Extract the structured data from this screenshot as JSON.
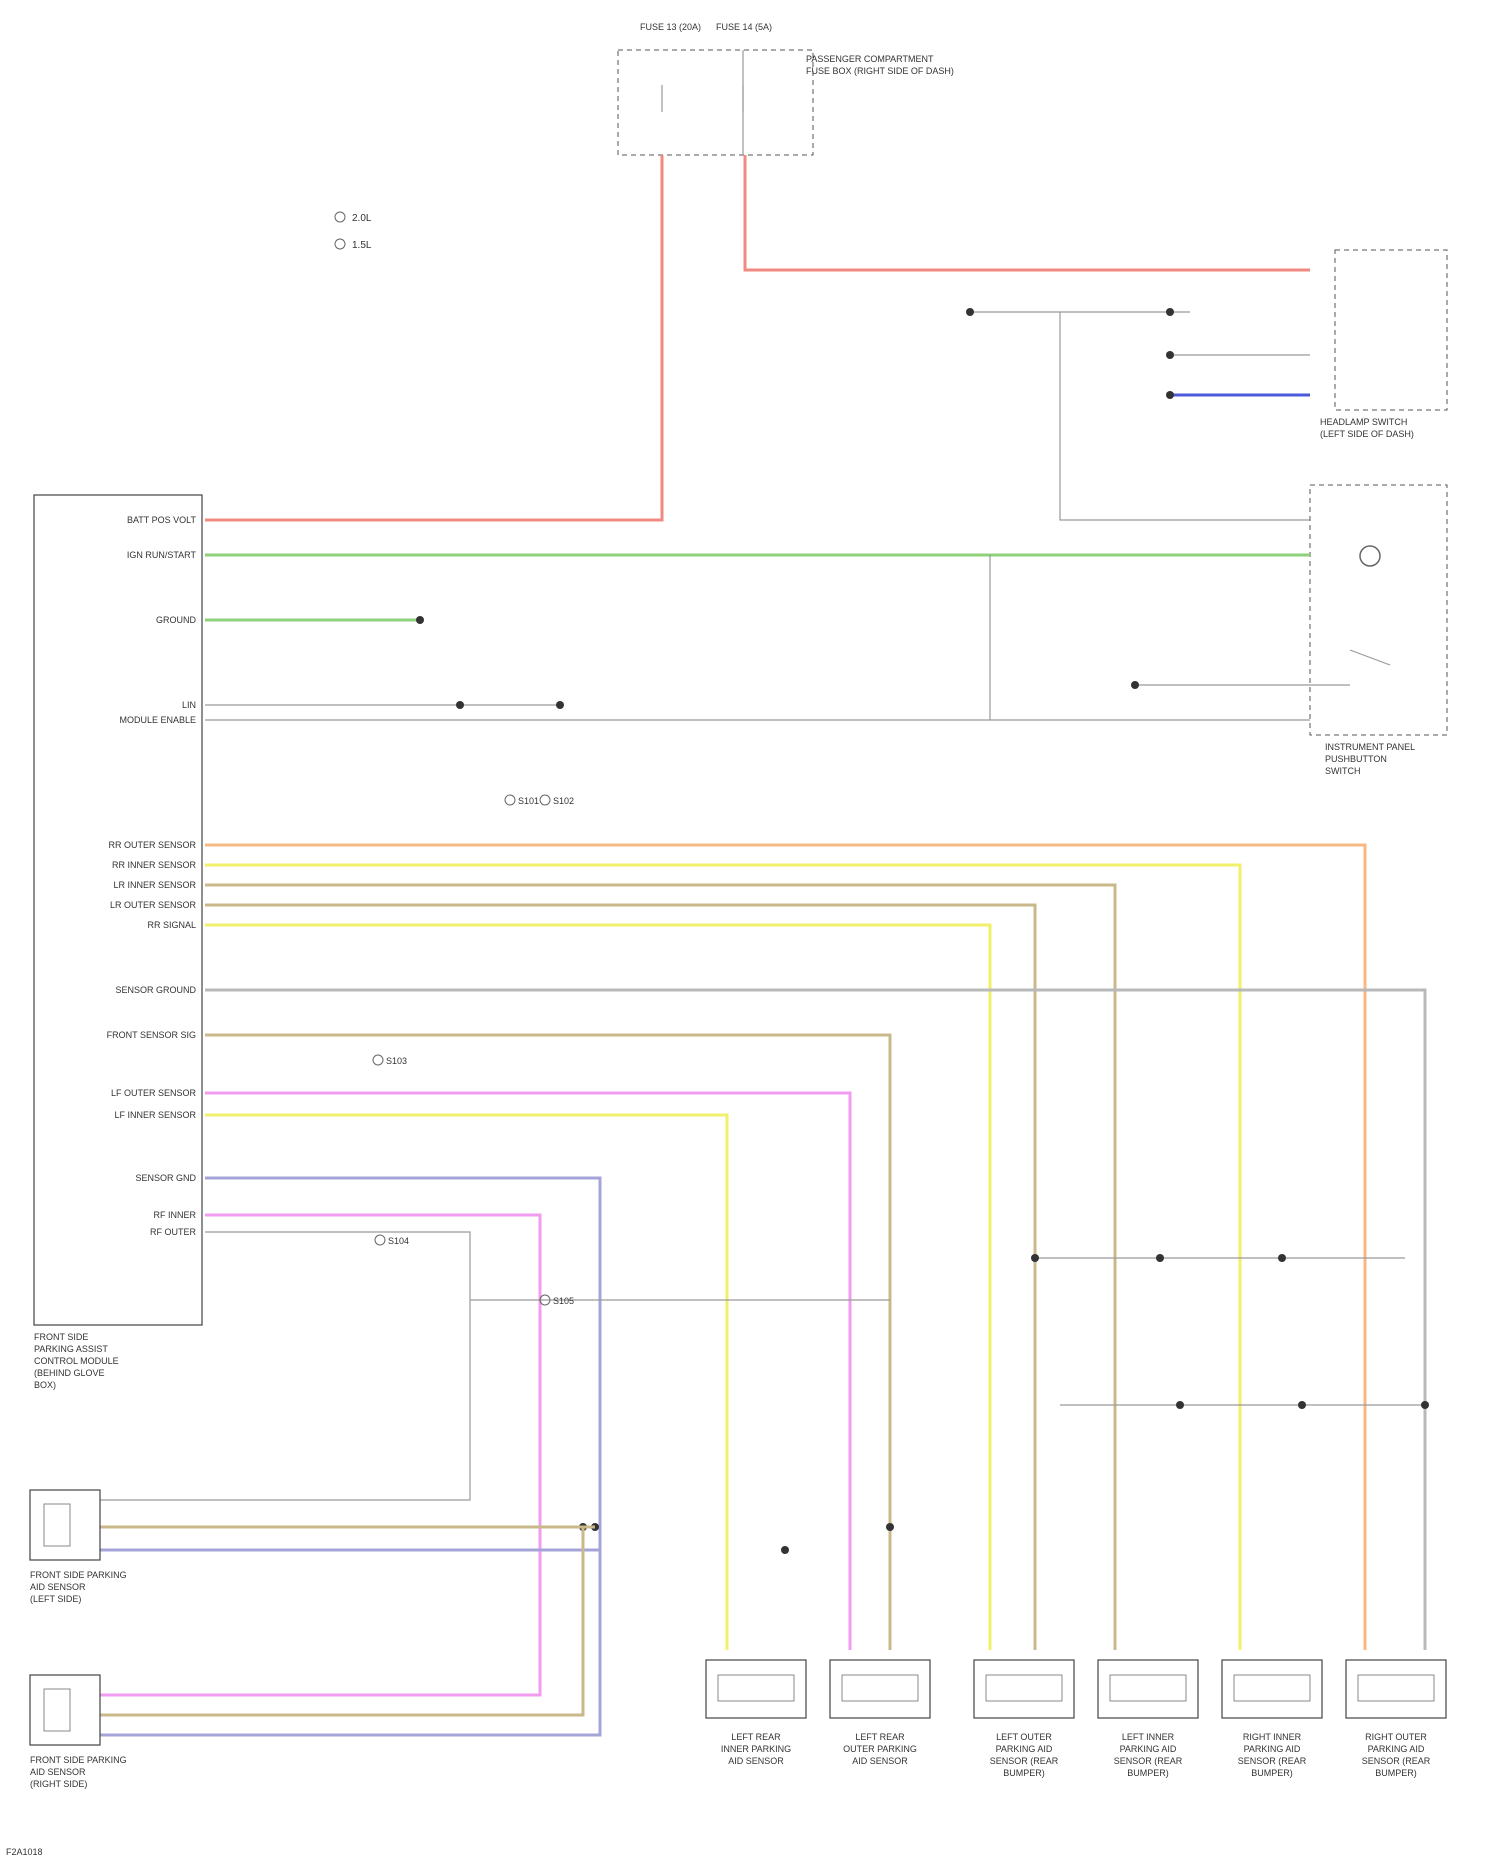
{
  "wire_colors": {
    "red": "#f08a80",
    "green": "#8fd07a",
    "gray": "#b9b9b9",
    "tan": "#c8b88a",
    "yellow": "#f0f06a",
    "orange": "#f6b986",
    "pink": "#f09cf0",
    "violet": "#a4a4d8",
    "blue": "#4a5ad8"
  },
  "legend": {
    "items": [
      "2.0L",
      "1.5L"
    ]
  },
  "fuse_box": {
    "lines": [
      "FUSE 13 (20A)",
      "FUSE 14 (5A)",
      "PASSENGER COMPARTMENT",
      "FUSE BOX (RIGHT SIDE OF DASH)"
    ]
  },
  "module": {
    "pin_labels": [
      "BATT POS VOLT",
      "IGN RUN/START",
      "GROUND",
      "LIN",
      "MODULE ENABLE",
      "RR OUTER SENSOR",
      "RR INNER SENSOR",
      "LR INNER SENSOR",
      "LR OUTER SENSOR",
      "RR SIGNAL",
      "SENSOR GROUND",
      "FRONT SENSOR SIG",
      "LF OUTER SENSOR",
      "LF INNER SENSOR",
      "SENSOR GND",
      "RF INNER",
      "RF OUTER"
    ],
    "caption": [
      "FRONT SIDE",
      "PARKING ASSIST",
      "CONTROL MODULE",
      "(BEHIND GLOVE",
      "BOX)"
    ]
  },
  "splices": [
    "S101",
    "S102",
    "S103",
    "S104",
    "S105"
  ],
  "sensors": [
    {
      "caption": [
        "LEFT REAR",
        "INNER PARKING",
        "AID SENSOR"
      ]
    },
    {
      "caption": [
        "LEFT REAR",
        "OUTER PARKING",
        "AID SENSOR"
      ]
    },
    {
      "caption": [
        "LEFT OUTER",
        "PARKING AID",
        "SENSOR (REAR",
        "BUMPER)"
      ]
    },
    {
      "caption": [
        "LEFT INNER",
        "PARKING AID",
        "SENSOR (REAR",
        "BUMPER)"
      ]
    },
    {
      "caption": [
        "RIGHT INNER",
        "PARKING AID",
        "SENSOR (REAR",
        "BUMPER)"
      ]
    },
    {
      "caption": [
        "RIGHT OUTER",
        "PARKING AID",
        "SENSOR (REAR",
        "BUMPER)"
      ]
    }
  ],
  "right_components": {
    "headlamp_switch": [
      "HEADLAMP SWITCH",
      "(LEFT SIDE OF DASH)"
    ],
    "parking_switch": [
      "INSTRUMENT PANEL",
      "PUSHBUTTON",
      "SWITCH"
    ]
  },
  "left_sensors": [
    {
      "caption": [
        "FRONT SIDE PARKING",
        "AID SENSOR",
        "(LEFT SIDE)"
      ]
    },
    {
      "caption": [
        "FRONT SIDE PARKING",
        "AID SENSOR",
        "(RIGHT SIDE)"
      ]
    }
  ],
  "footer": {
    "code": "F2A1018"
  }
}
